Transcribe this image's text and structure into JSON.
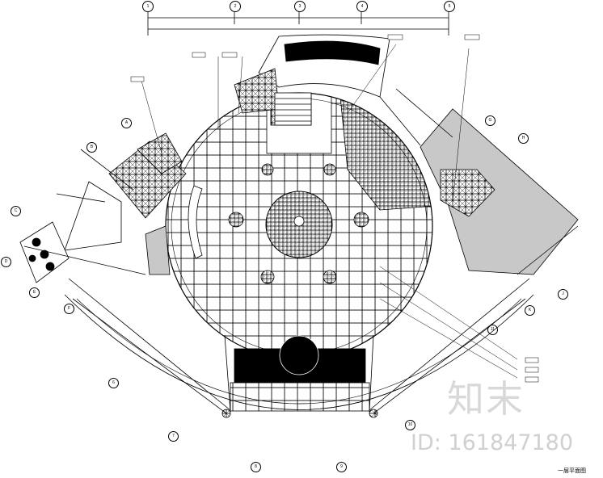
{
  "drawing": {
    "title": "一层平面图",
    "grid_axes_top": [
      "1",
      "2",
      "3",
      "4",
      "5"
    ],
    "grid_axes_left": [
      "A",
      "B",
      "C",
      "D",
      "E",
      "F"
    ],
    "grid_axes_right": [
      "G",
      "H",
      "J",
      "K"
    ],
    "grid_axes_bottom": [
      "6",
      "7",
      "8",
      "9",
      "10",
      "11"
    ],
    "colors": {
      "line": "#000000",
      "fill_gray": "#c8c8c8",
      "paper": "#ffffff"
    }
  },
  "watermark": {
    "logo_text": "知末",
    "id_text": "ID: 161847180"
  }
}
